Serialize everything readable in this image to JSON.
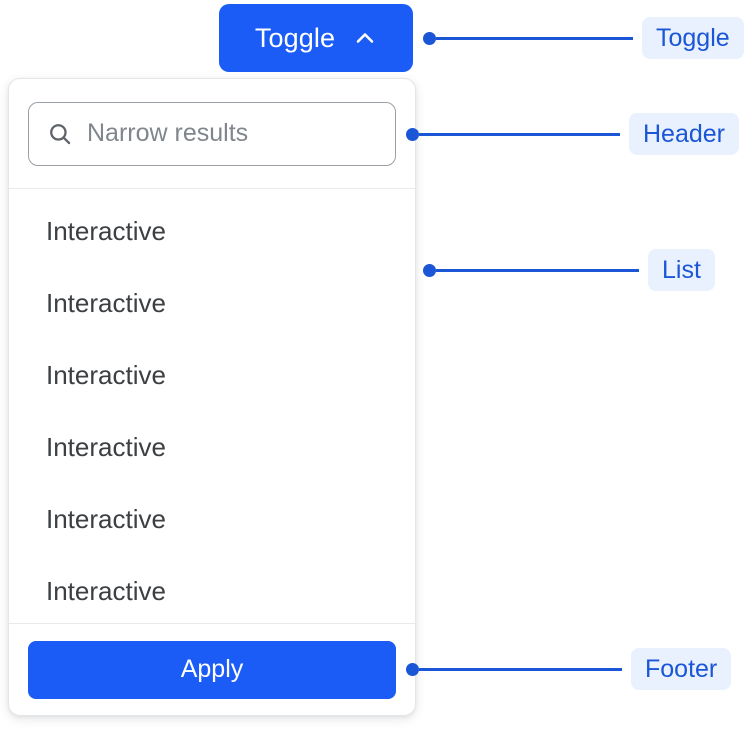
{
  "toggle": {
    "label": "Toggle",
    "icon": "chevron-up-icon",
    "background": "#1a5cf5",
    "text_color": "#ffffff"
  },
  "panel": {
    "header": {
      "search": {
        "icon": "search-icon",
        "placeholder": "Narrow results",
        "value": ""
      }
    },
    "list": {
      "items": [
        {
          "label": "Interactive"
        },
        {
          "label": "Interactive"
        },
        {
          "label": "Interactive"
        },
        {
          "label": "Interactive"
        },
        {
          "label": "Interactive"
        },
        {
          "label": "Interactive"
        }
      ]
    },
    "footer": {
      "apply_label": "Apply",
      "apply_background": "#1a5cf5"
    }
  },
  "annotations": {
    "accent_color": "#1a56d6",
    "chip_background": "#e9f0fe",
    "items": [
      {
        "label": "Toggle"
      },
      {
        "label": "Header"
      },
      {
        "label": "List"
      },
      {
        "label": "Footer"
      }
    ]
  }
}
